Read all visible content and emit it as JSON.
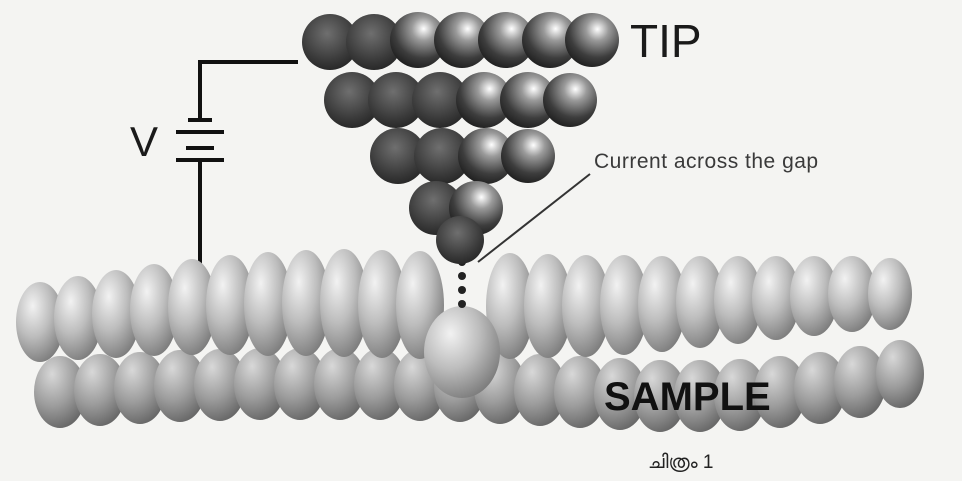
{
  "labels": {
    "tip": "TIP",
    "voltage": "V",
    "current": "Current across the gap",
    "sample": "SAMPLE",
    "caption": "ചിത്രം 1"
  },
  "icons": [
    "battery-icon"
  ]
}
